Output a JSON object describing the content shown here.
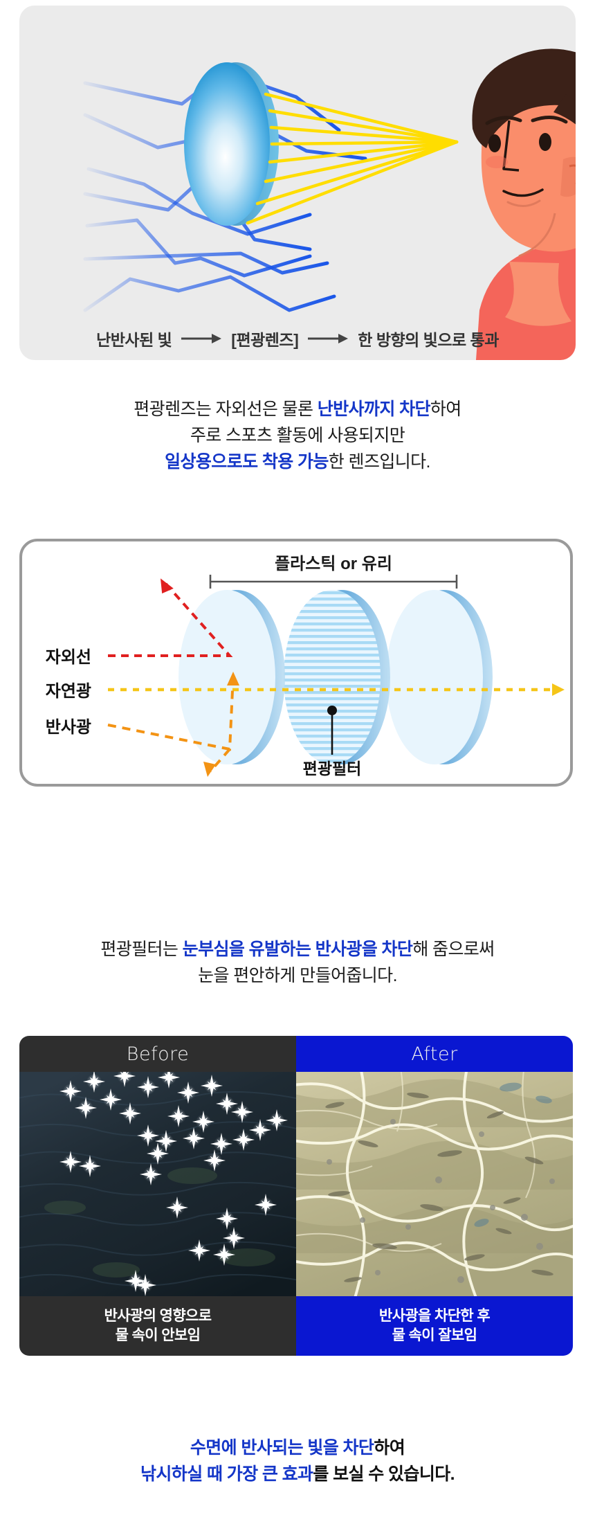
{
  "hero": {
    "caption": {
      "left": "난반사된 빛",
      "middle": "[편광렌즈]",
      "right": "한 방향의 빛으로 통과",
      "arrow_icon": "right-arrow-icon"
    },
    "alt": "난반사된 빛이 편광렌즈를 통과해 한 방향의 빛으로 눈에 들어오는 일러스트"
  },
  "text_1": {
    "line1_a": "편광렌즈는 자외선은 물론 ",
    "line1_b": "난반사까지 차단",
    "line1_c": "하여",
    "line2": "주로 스포츠 활동에 사용되지만",
    "line3_a": "일상용으로도 착용 가능",
    "line3_b": "한 렌즈입니다."
  },
  "lens_panel": {
    "bracket_label": "플라스틱 or 유리",
    "filter_label": "편광필터",
    "rays": [
      {
        "name": "자외선",
        "color": "#e02020",
        "style": "dashed",
        "behavior": "reflected-up"
      },
      {
        "name": "자연광",
        "color": "#f5c518",
        "style": "dotted",
        "behavior": "passes-through"
      },
      {
        "name": "반사광",
        "color": "#f39314",
        "style": "dashed",
        "behavior": "reflected-down"
      }
    ]
  },
  "text_2": {
    "line1_a": "편광필터는 ",
    "line1_b": "눈부심을 유발하는 반사광을 차단",
    "line1_c": "해 줌으로써",
    "line2": "눈을 편안하게 만들어줍니다."
  },
  "before_after": {
    "before": {
      "header": "Before",
      "caption_line1": "반사광의 영향으로",
      "caption_line2": "물 속이 안보임",
      "header_bg": "#2e2e2e"
    },
    "after": {
      "header": "After",
      "caption_line1": "반사광을 차단한 후",
      "caption_line2": "물 속이 잘보임",
      "header_bg": "#0a17d1"
    }
  },
  "text_3": {
    "line1_a": "수면에 반사되는 빛을 차단",
    "line1_b": "하여",
    "line2_a": "낚시하실 때 가장 큰 효과",
    "line2_b": "를 보실 수 있습니다."
  },
  "colors": {
    "accent_blue": "#1436c8",
    "panel_gray": "#ebebeb",
    "border_gray": "#9a9a9a",
    "after_blue": "#0a17d1",
    "before_dark": "#2e2e2e"
  }
}
